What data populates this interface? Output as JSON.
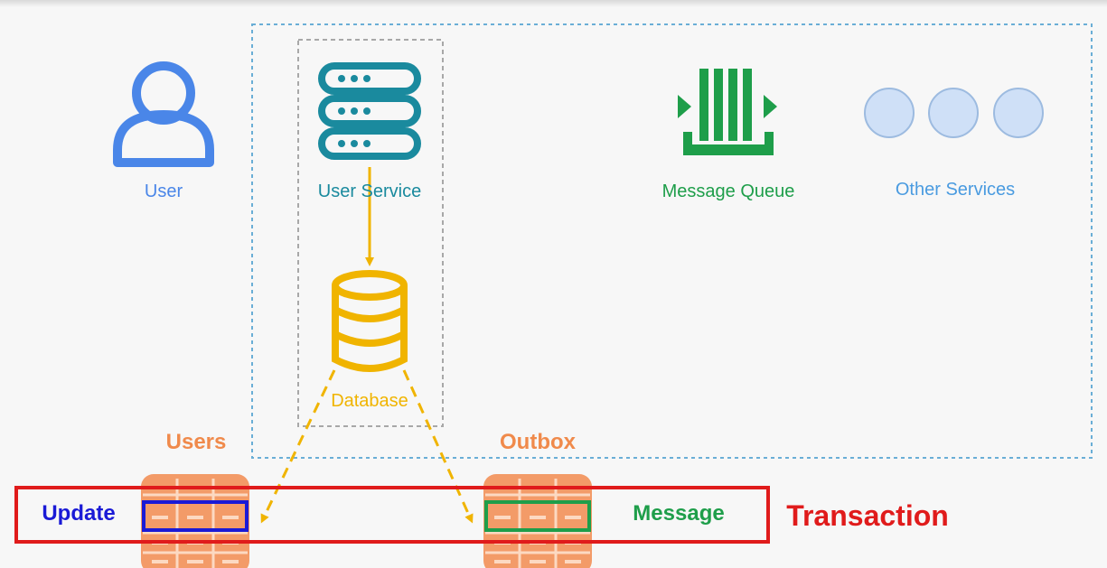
{
  "labels": {
    "user": "User",
    "user_service": "User Service",
    "message_queue": "Message Queue",
    "other_services": "Other Services",
    "database": "Database",
    "users_table": "Users",
    "outbox_table": "Outbox",
    "update": "Update",
    "message": "Message",
    "transaction": "Transaction"
  },
  "icons": {
    "user": "user-icon",
    "user_service": "server-icon",
    "message_queue": "queue-icon",
    "other_services": "circles-icon",
    "database": "database-icon",
    "users_table": "table-icon",
    "outbox_table": "table-icon"
  },
  "colors": {
    "user": "#4a86e8",
    "user_service": "#1a8a9e",
    "message_queue": "#1e9e4a",
    "other_services": "#cfe0f7",
    "database": "#f0b400",
    "tables": "#f08a4b",
    "update_highlight": "#1a1ad6",
    "message_highlight": "#1e9e4a",
    "transaction": "#e01b1b",
    "boundary": "#6aaed6"
  }
}
